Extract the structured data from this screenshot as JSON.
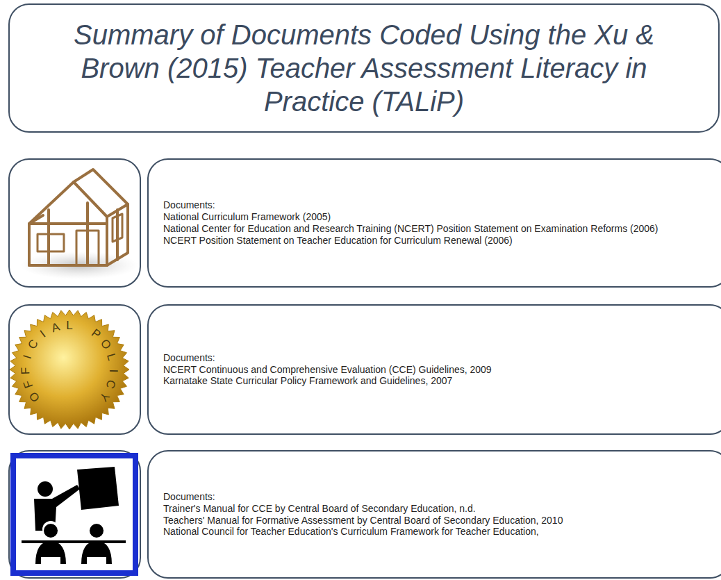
{
  "diagram": {
    "title": "Summary of Documents Coded Using the Xu & Brown (2015) Teacher Assessment Literacy in Practice (TALiP)",
    "nodes": [
      {
        "text": [
          "Documents:",
          "National Curriculum Framework (2005)",
          "National Center for Education and Research Training (NCERT) Position Statement on Examination Reforms (2006)",
          "NCERT Position Statement on Teacher Education for Curriculum Renewal (2006)"
        ]
      },
      {
        "text": [
          "Documents:",
          "NCERT Continuous and Comprehensive Evaluation (CCE) Guidelines, 2009",
          "Karnatake State Curricular Policy Framework and Guidelines, 2007"
        ]
      },
      {
        "text": [
          "Documents:",
          "Trainer's Manual for CCE by Central Board of Secondary Education, n.d.",
          "Teachers' Manual for Formative Assessment by Central Board of Secondary Education, 2010",
          "National Council for Teacher Education's Curriculum Framework for Teacher Education,"
        ]
      }
    ],
    "labels": [
      "OFFICIAL POLICY"
    ]
  }
}
